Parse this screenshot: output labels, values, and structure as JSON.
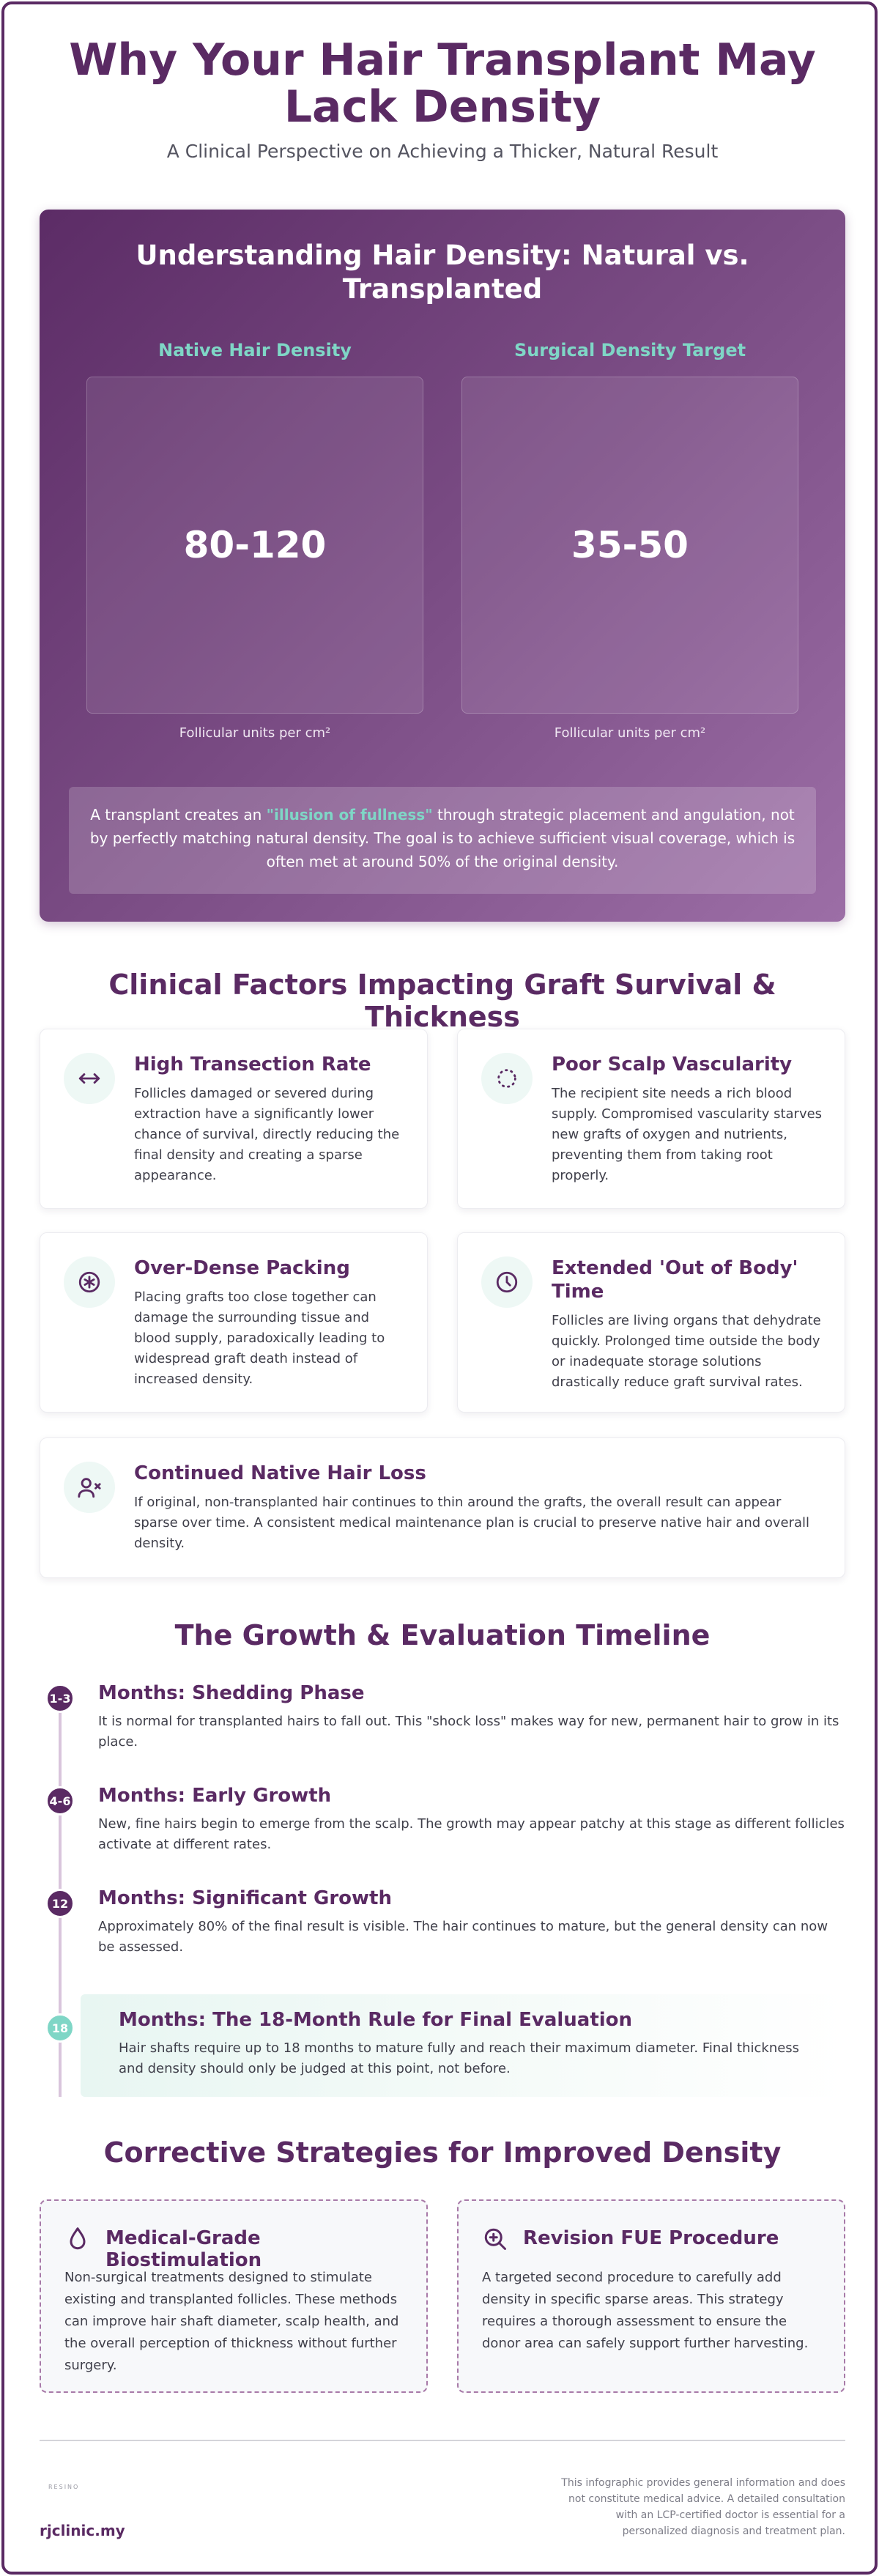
{
  "header": {
    "title": "Why Your Hair Transplant May Lack Density",
    "subtitle": "A Clinical Perspective on Achieving a Thicker, Natural Result"
  },
  "density": {
    "title": "Understanding Hair Density: Natural vs. Transplanted",
    "native": {
      "label": "Native Hair Density",
      "value": "80-120",
      "unit": "Follicular units per cm²"
    },
    "target": {
      "label": "Surgical Density Target",
      "value": "35-50",
      "unit": "Follicular units per cm²"
    },
    "note_before": "A transplant creates an ",
    "note_highlight": "\"illusion of fullness\"",
    "note_after": " through strategic placement and angulation, not by perfectly matching natural density. The goal is to achieve sufficient visual coverage, which is often met at around 50% of the original density."
  },
  "factors": {
    "title": "Clinical Factors Impacting Graft Survival & Thickness",
    "items": [
      {
        "icon": "arrows-horizontal-icon",
        "title": "High Transection Rate",
        "text": "Follicles damaged or severed during extraction have a significantly lower chance of survival, directly reducing the final density and creating a sparse appearance."
      },
      {
        "icon": "dotted-circle-icon",
        "title": "Poor Scalp Vascularity",
        "text": "The recipient site needs a rich blood supply. Compromised vascularity starves new grafts of oxygen and nutrients, preventing them from taking root properly."
      },
      {
        "icon": "asterisk-circle-icon",
        "title": "Over-Dense Packing",
        "text": "Placing grafts too close together can damage the surrounding tissue and blood supply, paradoxically leading to widespread graft death instead of increased density."
      },
      {
        "icon": "clock-icon",
        "title": "Extended 'Out of Body' Time",
        "text": "Follicles are living organs that dehydrate quickly. Prolonged time outside the body or inadequate storage solutions drastically reduce graft survival rates."
      },
      {
        "icon": "user-x-icon",
        "title": "Continued Native Hair Loss",
        "text": "If original, non-transplanted hair continues to thin around the grafts, the overall result can appear sparse over time. A consistent medical maintenance plan is crucial to preserve native hair and overall density."
      }
    ]
  },
  "timeline": {
    "title": "The Growth & Evaluation Timeline",
    "items": [
      {
        "badge": "1-3",
        "title": "Months: Shedding Phase",
        "text": "It is normal for transplanted hairs to fall out. This \"shock loss\" makes way for new, permanent hair to grow in its place."
      },
      {
        "badge": "4-6",
        "title": "Months: Early Growth",
        "text": "New, fine hairs begin to emerge from the scalp. The growth may appear patchy at this stage as different follicles activate at different rates."
      },
      {
        "badge": "12",
        "title": "Months: Significant Growth",
        "text": "Approximately 80% of the final result is visible. The hair continues to mature, but the general density can now be assessed."
      },
      {
        "badge": "18",
        "title": "Months: The 18-Month Rule for Final Evaluation",
        "text": "Hair shafts require up to 18 months to mature fully and reach their maximum diameter. Final thickness and density should only be judged at this point, not before."
      }
    ]
  },
  "strategies": {
    "title": "Corrective Strategies for Improved Density",
    "items": [
      {
        "icon": "droplet-icon",
        "title": "Medical-Grade Biostimulation",
        "text": "Non-surgical treatments designed to stimulate existing and transplanted follicles. These methods can improve hair shaft diameter, scalp health, and the overall perception of thickness without further surgery."
      },
      {
        "icon": "zoom-in-icon",
        "title": "Revision FUE Procedure",
        "text": "A targeted second procedure to carefully add density in specific sparse areas. This strategy requires a thorough assessment to ensure the donor area can safely support further harvesting."
      }
    ]
  },
  "footer": {
    "logo_text": "RESINO",
    "site": "rjclinic.my",
    "disclaimer": "This infographic provides general information and does not constitute medical advice. A detailed consultation with an LCP-certified doctor is essential for a personalized diagnosis and treatment plan."
  }
}
